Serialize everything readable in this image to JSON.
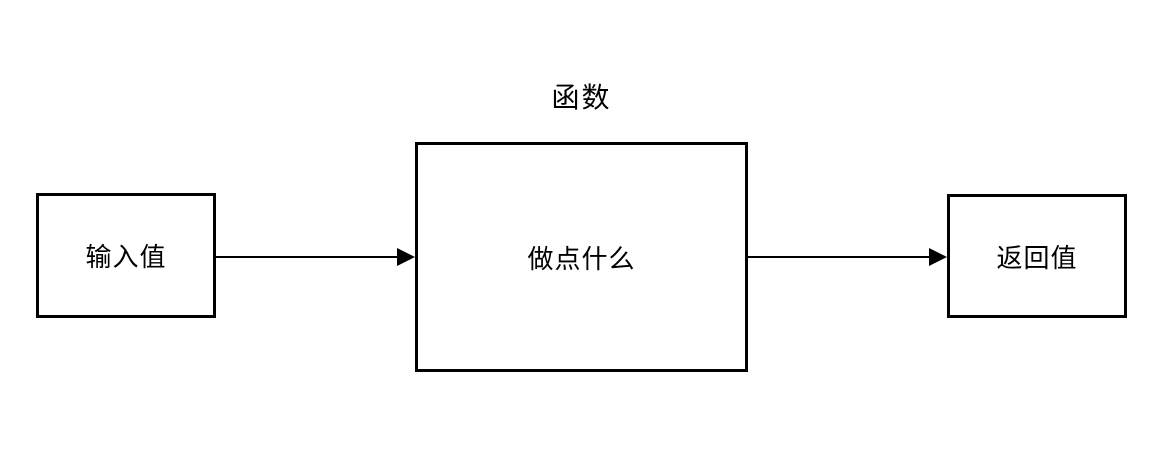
{
  "diagram": {
    "title": "函数",
    "nodes": {
      "input": {
        "label": "输入值"
      },
      "process": {
        "label": "做点什么"
      },
      "output": {
        "label": "返回值"
      }
    },
    "edges": [
      {
        "from": "input",
        "to": "process"
      },
      {
        "from": "process",
        "to": "output"
      }
    ],
    "colors": {
      "stroke": "#000000",
      "text": "#000000",
      "background": "#ffffff"
    }
  }
}
